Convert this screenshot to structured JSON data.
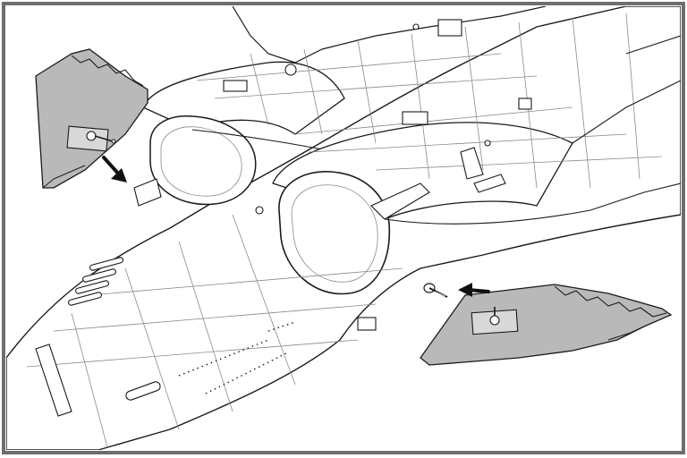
{
  "diagram": {
    "subject": "aircraft-fuselage-underside",
    "colors": {
      "frame": "#6e6e6e",
      "outline": "#1a1a1a",
      "panel_line": "#8a8a8a",
      "part_fill": "#b9b9b9",
      "part_fill_light": "#c8c8c8",
      "arrow": "#111111",
      "background": "#ffffff"
    },
    "parts": [
      {
        "id": "left-antenna-plate",
        "icon": "plate-with-screw"
      },
      {
        "id": "right-antenna-plate",
        "icon": "plate-with-screw"
      }
    ],
    "callouts": [
      {
        "id": "left-removal-arrow",
        "icon": "arrow-down-right"
      },
      {
        "id": "right-install-arrow",
        "icon": "arrow-left"
      }
    ]
  }
}
